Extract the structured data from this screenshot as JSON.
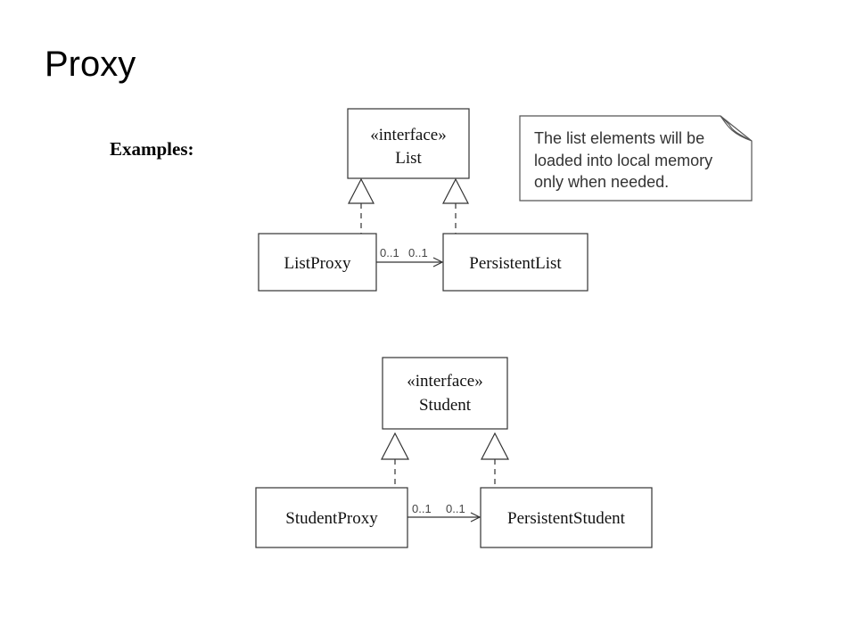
{
  "title": "Proxy",
  "examples_label": "Examples:",
  "diagram1": {
    "interface_stereotype": "«interface»",
    "interface_name": "List",
    "proxy_name": "ListProxy",
    "real_name": "PersistentList",
    "mult_left": "0..1",
    "mult_right": "0..1",
    "note_lines": [
      "The list elements will be",
      "loaded into local memory",
      "only when needed."
    ]
  },
  "diagram2": {
    "interface_stereotype": "«interface»",
    "interface_name": "Student",
    "proxy_name": "StudentProxy",
    "real_name": "PersistentStudent",
    "mult_left": "0..1",
    "mult_right": "0..1"
  }
}
